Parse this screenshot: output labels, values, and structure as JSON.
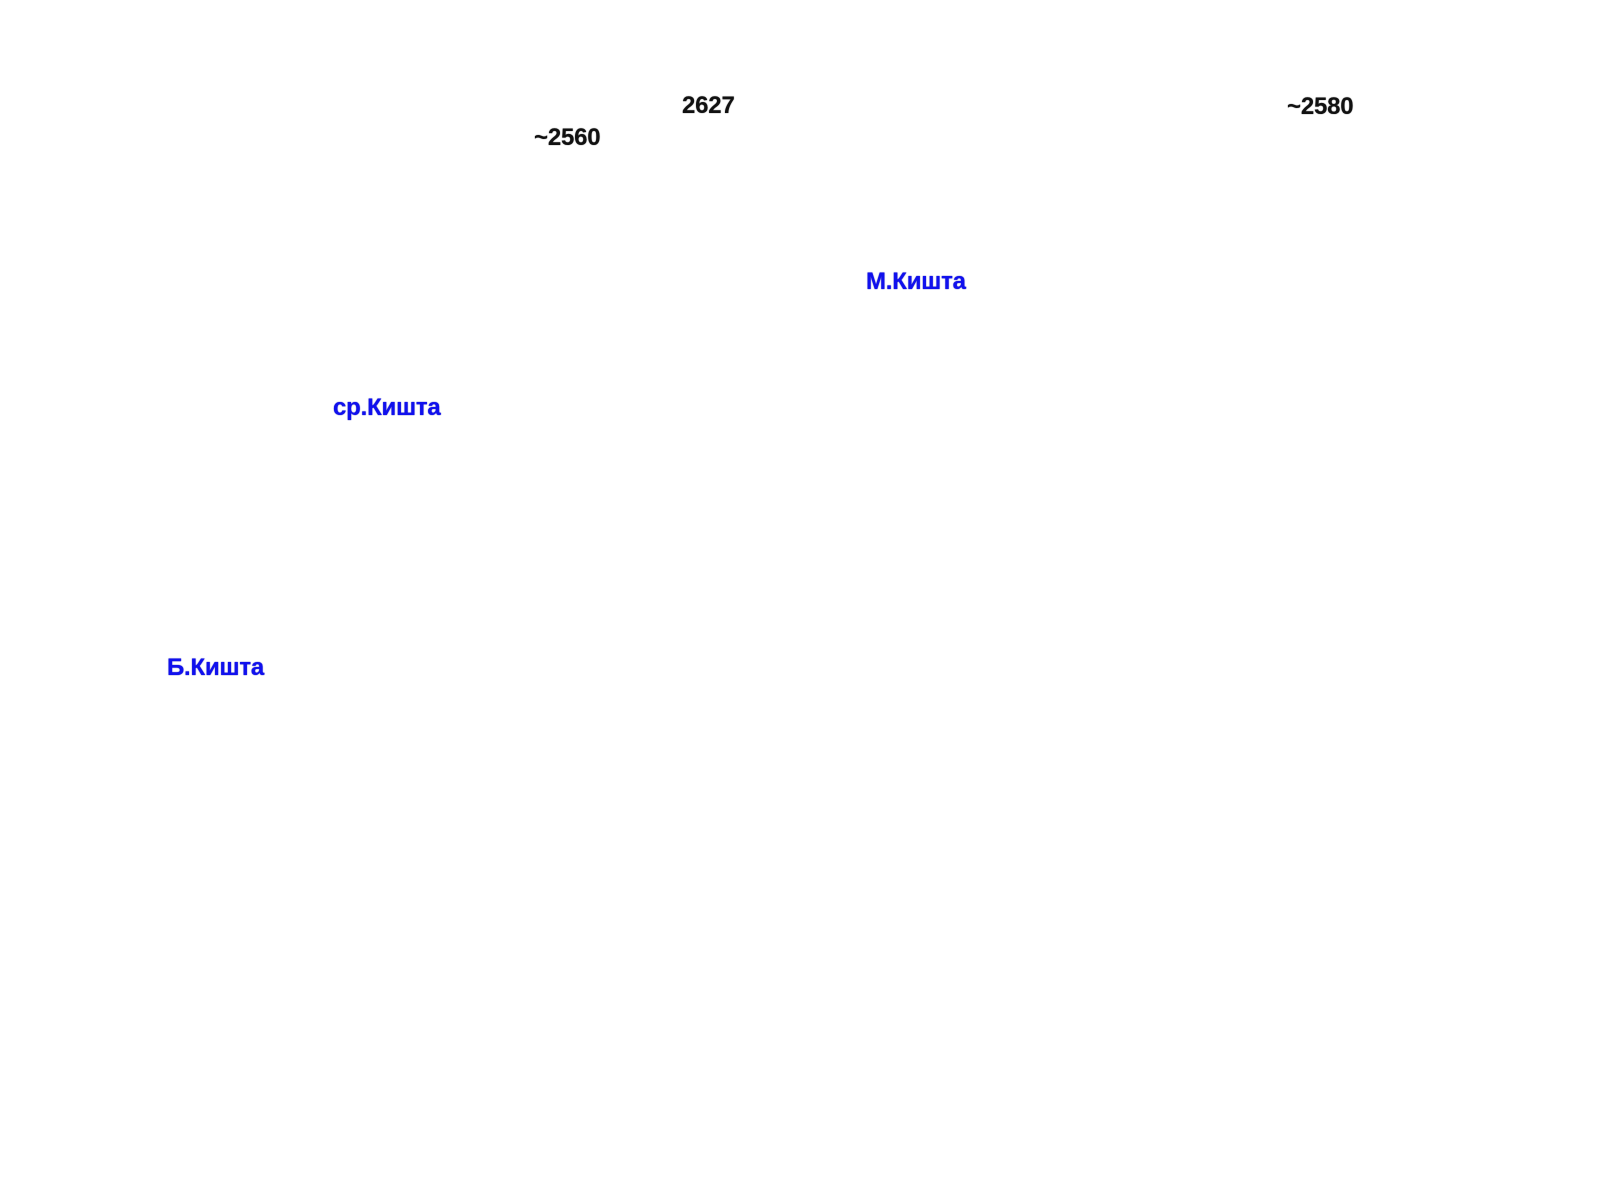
{
  "elevations": {
    "peak_2627": "2627",
    "peak_2580": "~2580",
    "peak_2560": "~2560"
  },
  "places": {
    "m_kishta": "М.Кишта",
    "sr_kishta": "ср.Кишта",
    "b_kishta": "Б.Кишта"
  },
  "colors": {
    "background": "#ffffff",
    "elevation_text": "#111111",
    "place_text": "#1010ee"
  }
}
